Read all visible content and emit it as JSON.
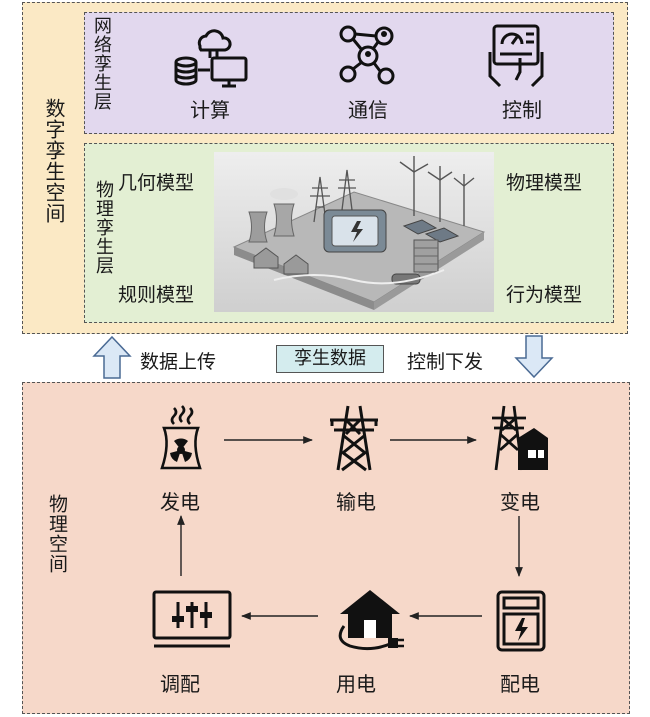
{
  "digital_space": {
    "title": "数字孪生空间",
    "network_layer": {
      "title": "网络孪生层",
      "items": [
        {
          "label": "计算",
          "icon": "cloud-computing-icon"
        },
        {
          "label": "通信",
          "icon": "network-nodes-icon"
        },
        {
          "label": "控制",
          "icon": "control-tablet-icon"
        }
      ]
    },
    "physical_layer": {
      "title": "物理孪生层",
      "models": {
        "geometry": "几何模型",
        "physics": "物理模型",
        "rules": "规则模型",
        "behavior": "行为模型"
      },
      "image": "smart-grid-city-illustration"
    }
  },
  "middle": {
    "upload": "数据上传",
    "twin_data": "孪生数据",
    "download": "控制下发"
  },
  "physical_space": {
    "title": "物理空间",
    "nodes": {
      "generation": "发电",
      "transmission": "输电",
      "transformation": "变电",
      "distribution": "配电",
      "consumption": "用电",
      "dispatch": "调配"
    }
  },
  "colors": {
    "digital_bg": "#fbe9c5",
    "network_bg": "#e2d8ee",
    "physical_layer_bg": "#e3efd3",
    "physical_space_bg": "#f6d8c9",
    "badge_bg": "#d4ecee",
    "arrow_fill": "#dbe8f6"
  }
}
